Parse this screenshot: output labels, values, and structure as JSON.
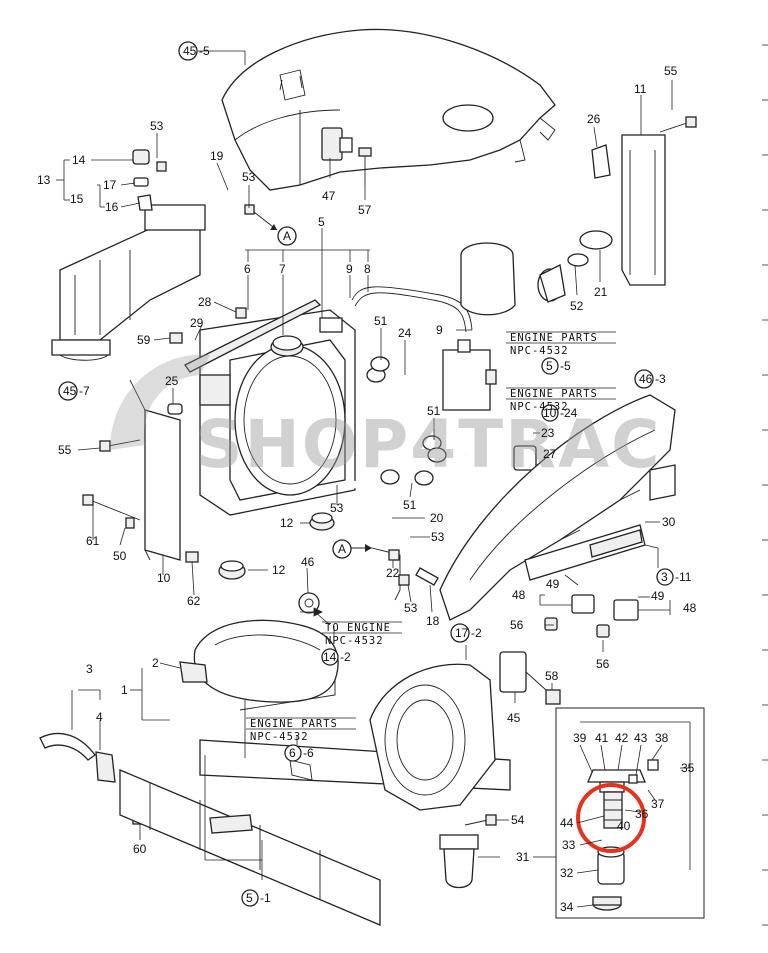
{
  "watermark": "SHOP4TRAC",
  "refs": {
    "r45_5": "45",
    "r45_5_suffix": "-5",
    "r45_7": "45",
    "r45_7_suffix": "-7",
    "r46_3": "46",
    "r46_3_suffix": "-3",
    "r5_5": "5",
    "r5_5_suffix": "-5",
    "r10_24": "10",
    "r10_24_suffix": "-24",
    "r3_11": "3",
    "r3_11_suffix": "-11",
    "r17_2": "17",
    "r17_2_suffix": "-2",
    "r14_2": "14",
    "r14_2_suffix": "-2",
    "r6_6": "6",
    "r6_6_suffix": "-6",
    "r5_1": "5",
    "r5_1_suffix": "-1",
    "markerA1": "A",
    "markerA2": "A"
  },
  "notes": {
    "engine_parts_label": "ENGINE PARTS",
    "npc": "NPC-4532",
    "to_engine": "TO ENGINE"
  },
  "callouts": [
    {
      "id": "c55a",
      "text": "55"
    },
    {
      "id": "c11",
      "text": "11"
    },
    {
      "id": "c26",
      "text": "26"
    },
    {
      "id": "c53a",
      "text": "53"
    },
    {
      "id": "c14",
      "text": "14"
    },
    {
      "id": "c13",
      "text": "13"
    },
    {
      "id": "c17",
      "text": "17"
    },
    {
      "id": "c15",
      "text": "15"
    },
    {
      "id": "c16",
      "text": "16"
    },
    {
      "id": "c19",
      "text": "19"
    },
    {
      "id": "c53b",
      "text": "53"
    },
    {
      "id": "c47",
      "text": "47"
    },
    {
      "id": "c57",
      "text": "57"
    },
    {
      "id": "c5",
      "text": "5"
    },
    {
      "id": "c6",
      "text": "6"
    },
    {
      "id": "c7",
      "text": "7"
    },
    {
      "id": "c9",
      "text": "9"
    },
    {
      "id": "c8",
      "text": "8"
    },
    {
      "id": "c21",
      "text": "21"
    },
    {
      "id": "c52",
      "text": "52"
    },
    {
      "id": "c28",
      "text": "28"
    },
    {
      "id": "c29",
      "text": "29"
    },
    {
      "id": "c59",
      "text": "59"
    },
    {
      "id": "c51a",
      "text": "51"
    },
    {
      "id": "c9b",
      "text": "9"
    },
    {
      "id": "c24",
      "text": "24"
    },
    {
      "id": "c25",
      "text": "25"
    },
    {
      "id": "c55b",
      "text": "55"
    },
    {
      "id": "c51b",
      "text": "51"
    },
    {
      "id": "c23",
      "text": "23"
    },
    {
      "id": "c27",
      "text": "27"
    },
    {
      "id": "c51c",
      "text": "51"
    },
    {
      "id": "c53c",
      "text": "53"
    },
    {
      "id": "c20",
      "text": "20"
    },
    {
      "id": "c12a",
      "text": "12"
    },
    {
      "id": "c61",
      "text": "61"
    },
    {
      "id": "c50",
      "text": "50"
    },
    {
      "id": "c10",
      "text": "10"
    },
    {
      "id": "c62",
      "text": "62"
    },
    {
      "id": "c12b",
      "text": "12"
    },
    {
      "id": "c53d",
      "text": "53"
    },
    {
      "id": "c22",
      "text": "22"
    },
    {
      "id": "c53e",
      "text": "53"
    },
    {
      "id": "c18",
      "text": "18"
    },
    {
      "id": "c30",
      "text": "30"
    },
    {
      "id": "c49a",
      "text": "49"
    },
    {
      "id": "c49b",
      "text": "49"
    },
    {
      "id": "c48a",
      "text": "48"
    },
    {
      "id": "c48b",
      "text": "48"
    },
    {
      "id": "c56a",
      "text": "56"
    },
    {
      "id": "c56b",
      "text": "56"
    },
    {
      "id": "c46",
      "text": "46"
    },
    {
      "id": "c3",
      "text": "3"
    },
    {
      "id": "c2",
      "text": "2"
    },
    {
      "id": "c1",
      "text": "1"
    },
    {
      "id": "c4",
      "text": "4"
    },
    {
      "id": "c58",
      "text": "58"
    },
    {
      "id": "c45",
      "text": "45"
    },
    {
      "id": "c39",
      "text": "39"
    },
    {
      "id": "c41",
      "text": "41"
    },
    {
      "id": "c42",
      "text": "42"
    },
    {
      "id": "c43",
      "text": "43"
    },
    {
      "id": "c38",
      "text": "38"
    },
    {
      "id": "c35",
      "text": "35"
    },
    {
      "id": "c37",
      "text": "37"
    },
    {
      "id": "c36",
      "text": "36"
    },
    {
      "id": "c44",
      "text": "44"
    },
    {
      "id": "c40",
      "text": "40"
    },
    {
      "id": "c33",
      "text": "33"
    },
    {
      "id": "c32",
      "text": "32"
    },
    {
      "id": "c34",
      "text": "34"
    },
    {
      "id": "c54",
      "text": "54"
    },
    {
      "id": "c31",
      "text": "31"
    },
    {
      "id": "c60",
      "text": "60"
    }
  ],
  "highlight_color": "#e8311c"
}
